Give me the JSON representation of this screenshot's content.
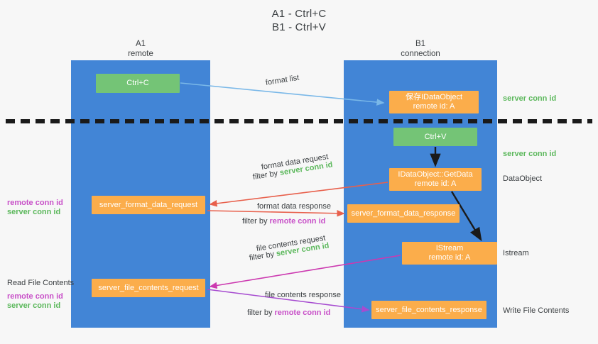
{
  "title": {
    "line1": "A1 - Ctrl+C",
    "line2": "B1 - Ctrl+V"
  },
  "lanes": {
    "left": {
      "name": "A1",
      "sub": "remote"
    },
    "right": {
      "name": "B1",
      "sub": "connection"
    }
  },
  "nodes": {
    "ctrl_c": {
      "line1": "Ctrl+C"
    },
    "save_dataobject": {
      "line1": "保存IDataObject",
      "line2": "remote id: A"
    },
    "ctrl_v": {
      "line1": "Ctrl+V"
    },
    "getdata": {
      "line1": "IDataObject::GetData",
      "line2": "remote id: A"
    },
    "format_data_request": {
      "line1": "server_format_data_request"
    },
    "format_data_response": {
      "line1": "server_format_data_response"
    },
    "istream": {
      "line1": "IStream",
      "line2": "remote id: A"
    },
    "file_contents_request": {
      "line1": "server_file_contents_request"
    },
    "file_contents_response": {
      "line1": "server_file_contents_response"
    }
  },
  "edge_labels": {
    "format_list": "format list",
    "format_data_request": "format data request",
    "format_data_request_filter_prefix": "filter by ",
    "format_data_request_filter_key": "server conn id",
    "format_data_response": "format data response",
    "format_data_response_filter_prefix": "filter by ",
    "format_data_response_filter_key": "remote conn id",
    "file_contents_request": "file contents request",
    "file_contents_request_filter_prefix": "filter by ",
    "file_contents_request_filter_key": "server conn id",
    "file_contents_response": "file contents response",
    "file_contents_response_filter_prefix": "filter by ",
    "file_contents_response_filter_key": "remote conn id"
  },
  "right_annotations": {
    "server_conn_id_top": "server conn id",
    "server_conn_id_mid": "server conn id",
    "dataobject": "DataObject",
    "istream": "Istream",
    "write_file_contents": "Write File Contents"
  },
  "left_annotations": {
    "remote_conn_id_upper": "remote conn id",
    "server_conn_id_upper": "server conn id",
    "read_file_contents": "Read File Contents",
    "remote_conn_id_lower": "remote conn id",
    "server_conn_id_lower": "server conn id"
  },
  "colors": {
    "lane": "#4285d6",
    "orange": "#fbad4b",
    "green_box": "#74c476",
    "green_text": "#5cb85c",
    "magenta_text": "#c850c8",
    "arrow_blue": "#7ab8e8",
    "arrow_red": "#e8604c",
    "arrow_magenta": "#cc39b0",
    "arrow_purple": "#a64bd0",
    "arrow_black": "#1a1a1a",
    "background": "#f7f7f7"
  }
}
